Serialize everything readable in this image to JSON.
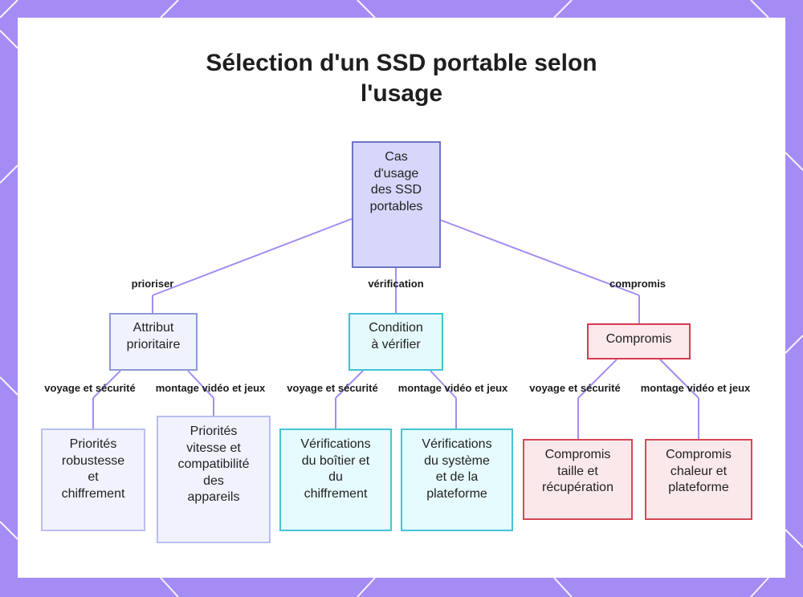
{
  "title_lines": [
    "Sélection d'un SSD portable selon",
    "l'usage"
  ],
  "nodes": {
    "root": [
      "Cas",
      "d'usage",
      "des SSD",
      "portables"
    ],
    "attr": [
      "Attribut",
      "prioritaire"
    ],
    "cond": [
      "Condition",
      "à vérifier"
    ],
    "comp": [
      "Compromis"
    ],
    "leaf1": [
      "Priorités",
      "robustesse",
      "et",
      "chiffrement"
    ],
    "leaf2": [
      "Priorités",
      "vitesse et",
      "compatibilité",
      "des",
      "appareils"
    ],
    "leaf3": [
      "Vérifications",
      "du boîtier et",
      "du",
      "chiffrement"
    ],
    "leaf4": [
      "Vérifications",
      "du système",
      "et de la",
      "plateforme"
    ],
    "leaf5": [
      "Compromis",
      "taille et",
      "récupération"
    ],
    "leaf6": [
      "Compromis",
      "chaleur et",
      "plateforme"
    ]
  },
  "edge_labels": {
    "prioriser": "prioriser",
    "verification": "vérification",
    "compromis": "compromis",
    "a_voyage": "voyage et sécurité",
    "a_montage": "montage vidéo et jeux",
    "c_voyage": "voyage et sécurité",
    "c_montage": "montage vidéo et jeux",
    "m_voyage": "voyage et sécurité",
    "m_montage": "montage vidéo et jeux"
  },
  "colors": {
    "frame": "#a48cf4",
    "edge": "#a48cf4",
    "root_fill": "#d6d7fb",
    "condition_border": "#41c3d4",
    "compromise_border": "#d9394f"
  }
}
